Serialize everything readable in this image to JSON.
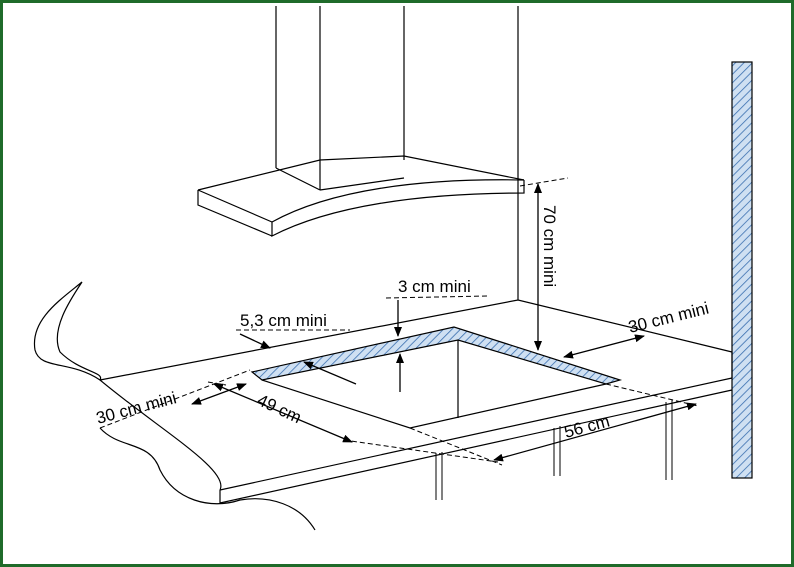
{
  "labels": {
    "hood_height": "70 cm mini",
    "wall_clearance": "30 cm mini",
    "rear_gap": "3 cm mini",
    "side_margin": "5,3 cm mini",
    "left_clearance": "30 cm mini",
    "cutout_depth": "49 cm",
    "cutout_width": "56 cm"
  },
  "colors": {
    "frame": "#1f6b2a",
    "hatch": "#3a6fb0",
    "hatch_fill": "#cfe0f2"
  }
}
